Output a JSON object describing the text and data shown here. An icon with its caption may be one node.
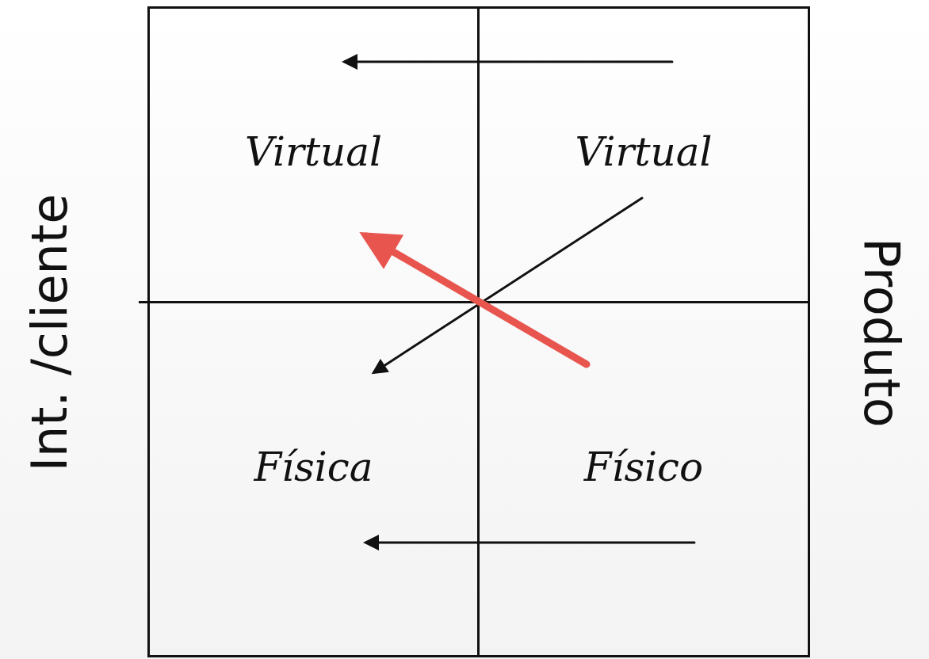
{
  "diagram": {
    "nodes": [
      {
        "text": [
          "Virtual"
        ]
      },
      {
        "text": [
          "Virtual"
        ]
      },
      {
        "text": [
          "Física"
        ]
      },
      {
        "text": [
          "Físico"
        ]
      }
    ],
    "edges": [
      {
        "from": 1,
        "to": 0,
        "arrow": "to"
      },
      {
        "from": 3,
        "to": 2,
        "arrow": "to"
      },
      {
        "from": 1,
        "to": 2,
        "arrow": "to"
      },
      {
        "from": 3,
        "to": 0,
        "arrow": "to",
        "style": "thick",
        "color": "#e8554e"
      }
    ],
    "labels": [
      "Int. /cliente",
      "Produto"
    ]
  }
}
